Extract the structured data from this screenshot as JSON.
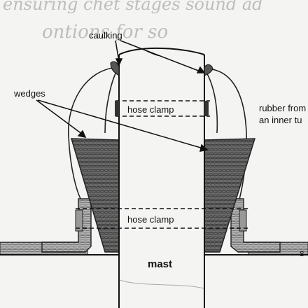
{
  "background_text": {
    "headline": "ensuring chet stages sound ad",
    "line2": "ontions for so"
  },
  "labels": {
    "caulking": "caulking",
    "wedges": "wedges",
    "rubber_line1": "rubber from",
    "rubber_line2": "an inner tu",
    "hose_clamp_upper": "hose clamp",
    "hose_clamp_lower": "hose clamp",
    "mast": "mast",
    "deck_edge": "s"
  }
}
